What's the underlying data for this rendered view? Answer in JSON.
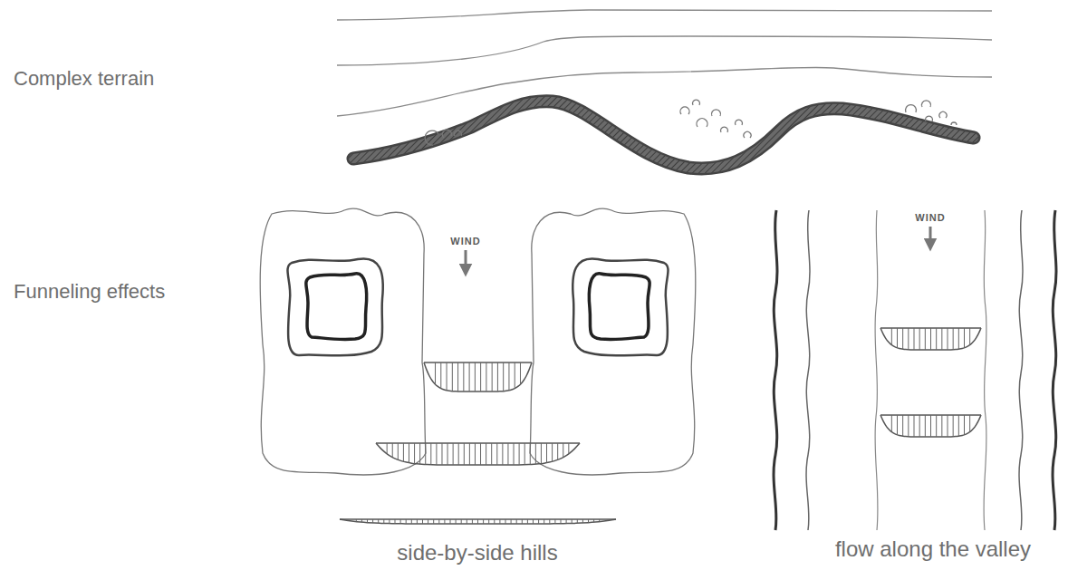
{
  "diagram": {
    "labels": [
      "Complex terrain",
      "Funneling effects",
      "WIND",
      "WIND",
      "side-by-side hills",
      "flow along the valley"
    ]
  }
}
